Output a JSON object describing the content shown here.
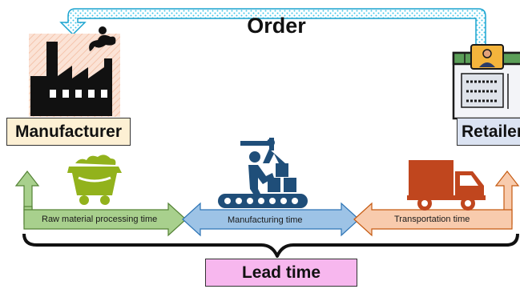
{
  "diagram": {
    "order_label": "Order",
    "manufacturer_label": "Manufacturer",
    "retailer_label": "Retailer",
    "lead_time_label": "Lead time",
    "segments": {
      "raw_material": "Raw material processing time",
      "manufacturing": "Manufacturing time",
      "transportation": "Transportation time"
    }
  },
  "colors": {
    "order_arrow": "#3fc6e8",
    "raw_segment": "#a8d08d",
    "manufacturing_segment": "#9dc3e6",
    "transport_segment": "#f8cbad",
    "manufacturer_box": "#fdf0d4",
    "retailer_box": "#dbe3f2",
    "lead_time_box": "#f7b7ee",
    "cart": "#92b21c",
    "truck": "#c0461e",
    "worker": "#1f4e79"
  },
  "icons": [
    "factory-icon",
    "store-icon",
    "mining-cart-icon",
    "assembly-line-icon",
    "delivery-truck-icon"
  ]
}
